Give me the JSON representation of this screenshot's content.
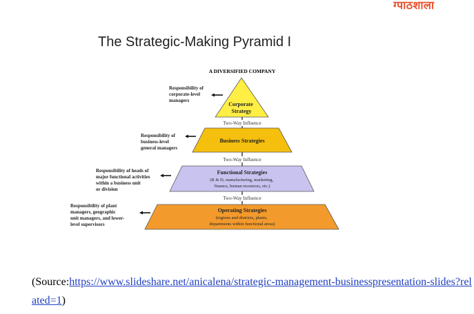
{
  "logo": {
    "text": "ग्पाठशाला",
    "color": "#e8502a"
  },
  "title": "The Strategic-Making Pyramid I",
  "diagram": {
    "header": "A DIVERSIFIED COMPANY",
    "influence_label": "Two-Way Influence",
    "levels": [
      {
        "name": "corporate",
        "title_lines": [
          "Corporate",
          "Strategy"
        ],
        "detail_lines": [],
        "fill": "#ffee44",
        "responsibility_lines": [
          "Responsibility of",
          "corporate-level",
          "managers"
        ]
      },
      {
        "name": "business",
        "title_lines": [
          "Business Strategies"
        ],
        "detail_lines": [],
        "fill": "#f5bf0e",
        "responsibility_lines": [
          "Responsibility of",
          "business-level",
          "general managers"
        ]
      },
      {
        "name": "functional",
        "title_lines": [
          "Functional Strategies"
        ],
        "detail_lines": [
          "(R & D, manufacturing, marketing,",
          "finance, human resources, etc.)"
        ],
        "fill": "#c9c3f0",
        "responsibility_lines": [
          "Responsibility of heads of",
          "major functional activities",
          "within a business unit",
          "or division"
        ]
      },
      {
        "name": "operating",
        "title_lines": [
          "Operating Strategies"
        ],
        "detail_lines": [
          "(regions and districts, plants,",
          "departments within functional areas)"
        ],
        "fill": "#f39a2c",
        "responsibility_lines": [
          "Responsibility of plant",
          "managers, geographic",
          "unit managers, and lower-",
          "level supervisors"
        ]
      }
    ]
  },
  "source": {
    "prefix": "(Source:",
    "link_text": "https://www.slideshare.net/anicalena/strategic-management-businesspresentation-slides?related=1",
    "suffix": ")"
  }
}
